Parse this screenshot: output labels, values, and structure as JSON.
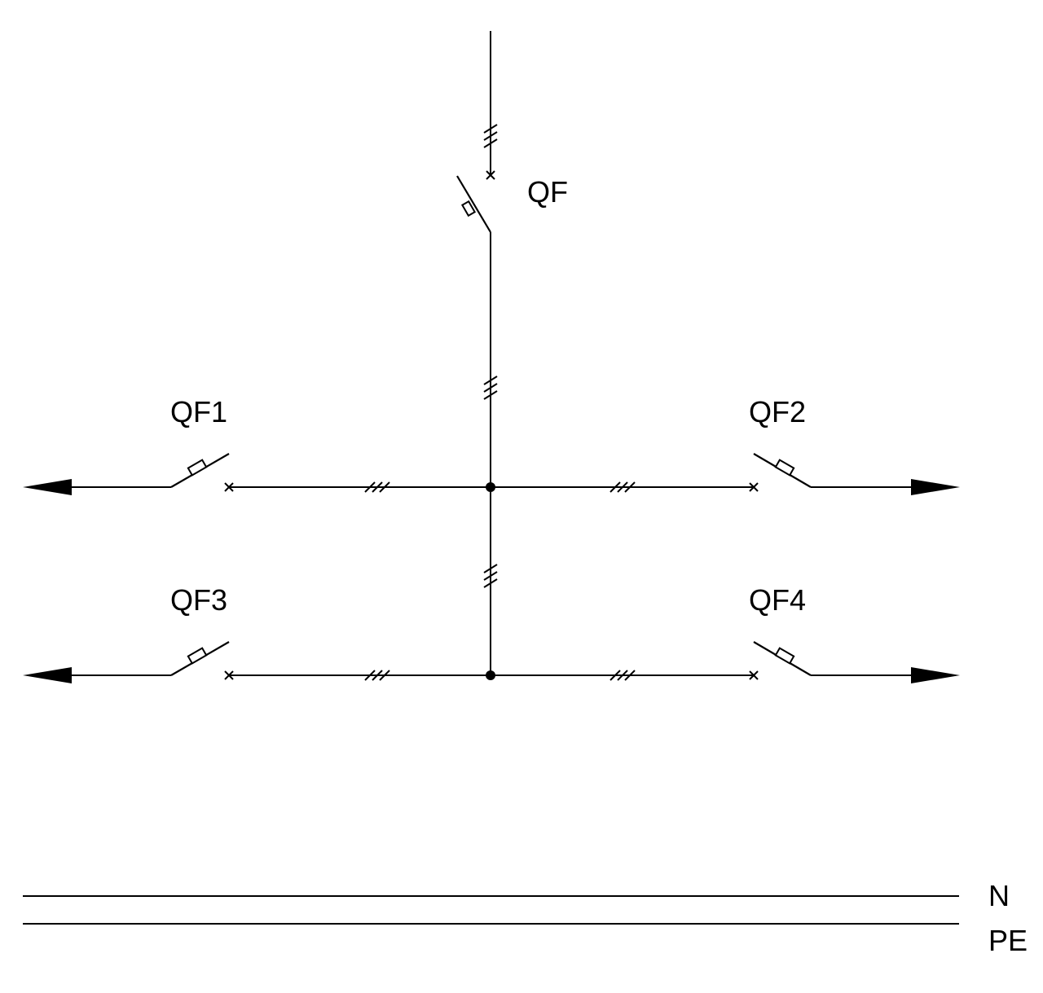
{
  "breakers": {
    "main": "QF",
    "qf1": "QF1",
    "qf2": "QF2",
    "qf3": "QF3",
    "qf4": "QF4"
  },
  "conductors": {
    "neutral": "N",
    "protective_earth": "PE"
  },
  "colors": {
    "line": "#000000",
    "background": "#ffffff"
  }
}
